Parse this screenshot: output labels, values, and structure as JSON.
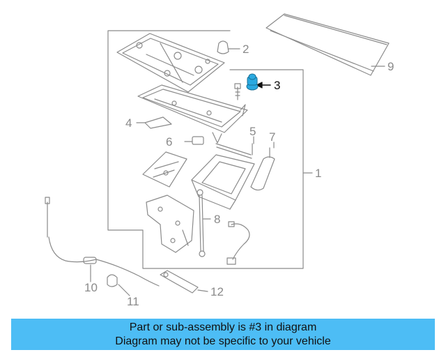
{
  "diagram": {
    "callouts": [
      {
        "number": "1",
        "highlighted": false
      },
      {
        "number": "2",
        "highlighted": false
      },
      {
        "number": "3",
        "highlighted": true
      },
      {
        "number": "4",
        "highlighted": false
      },
      {
        "number": "5",
        "highlighted": false
      },
      {
        "number": "6",
        "highlighted": false
      },
      {
        "number": "7",
        "highlighted": false
      },
      {
        "number": "8",
        "highlighted": false
      },
      {
        "number": "9",
        "highlighted": false
      },
      {
        "number": "10",
        "highlighted": false
      },
      {
        "number": "11",
        "highlighted": false
      },
      {
        "number": "12",
        "highlighted": false
      }
    ],
    "colors": {
      "line": "#8a8a8a",
      "highlight_part": "#2aa9e0",
      "highlight_text": "#111111"
    }
  },
  "banner": {
    "line1": "Part or sub-assembly is #3 in diagram",
    "line2": "Diagram may not be specific to your vehicle",
    "background": "#4dbdf5"
  }
}
